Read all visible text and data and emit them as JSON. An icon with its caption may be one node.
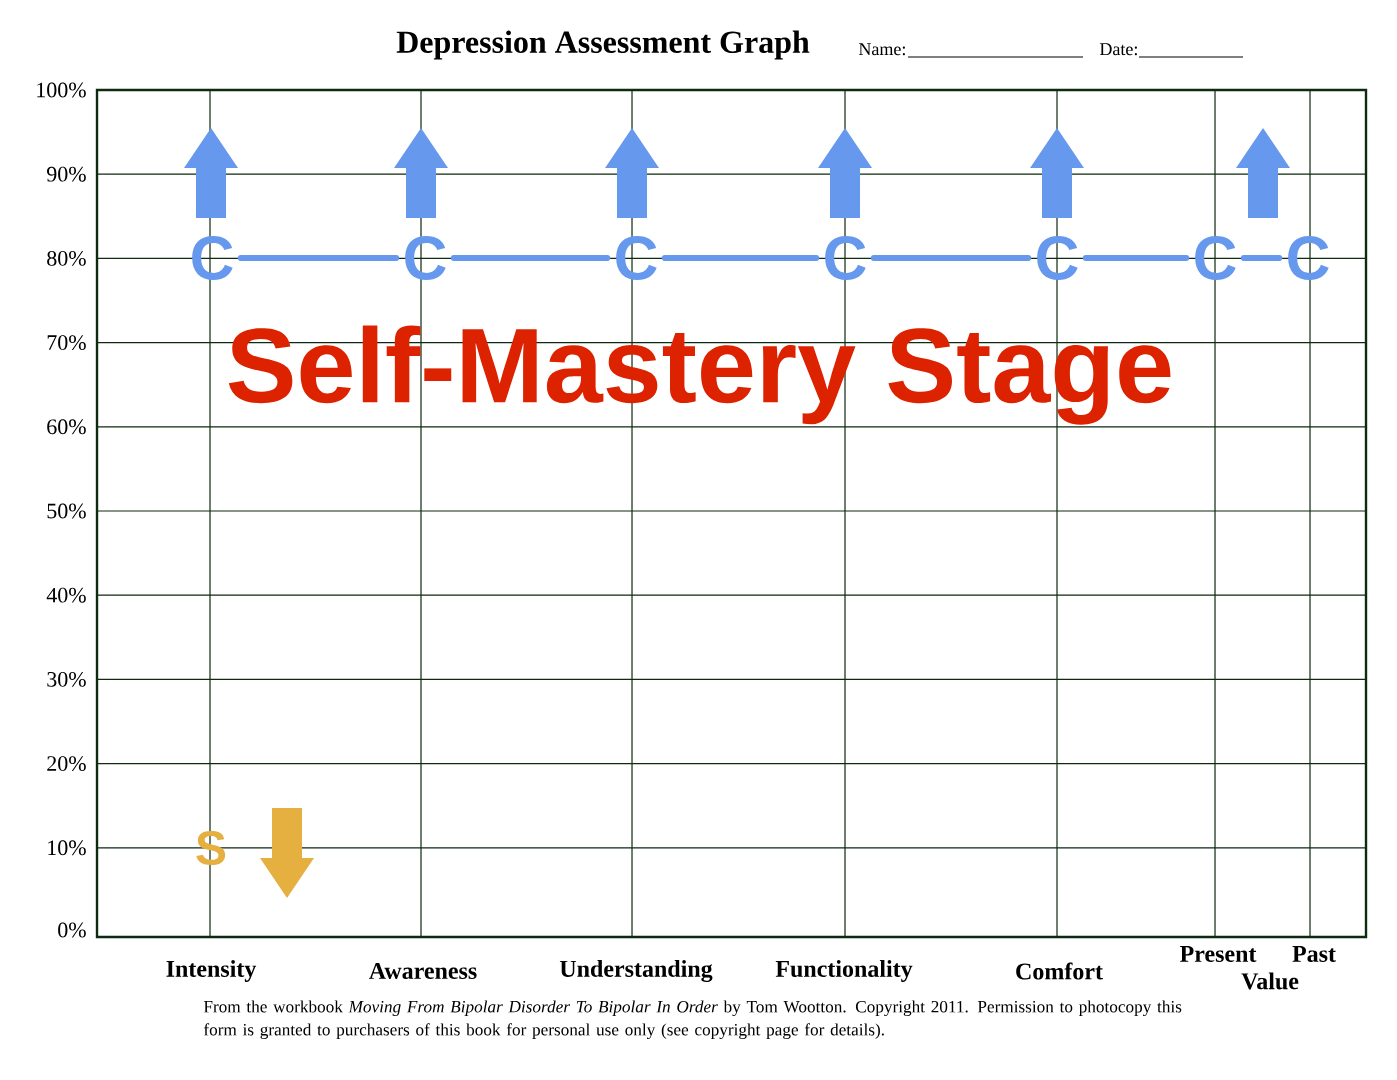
{
  "diagram": {
    "title": "Depression Assessment Graph",
    "caption": "From the workbook *Moving From Bipolar Disorder To Bipolar In Order* by Tom Wootton. Copyright 2011. Permission to photocopy this form is granted to purchasers of this book for personal use only (see copyright page for details).",
    "nodes": [
      {
        "text": [
          "C"
        ]
      },
      {
        "text": [
          "C"
        ]
      },
      {
        "text": [
          "C"
        ]
      },
      {
        "text": [
          "C"
        ]
      },
      {
        "text": [
          "C"
        ]
      },
      {
        "text": [
          "C"
        ]
      },
      {
        "text": [
          "C"
        ]
      }
    ],
    "edges": [
      {
        "from": 0,
        "to": 1,
        "arrow": "none"
      },
      {
        "from": 1,
        "to": 2,
        "arrow": "none"
      },
      {
        "from": 2,
        "to": 3,
        "arrow": "none"
      },
      {
        "from": 3,
        "to": 4,
        "arrow": "none"
      },
      {
        "from": 4,
        "to": 5,
        "arrow": "none"
      },
      {
        "from": 5,
        "to": 6,
        "arrow": "none"
      }
    ],
    "labels": [
      "Name:",
      "Date:",
      "100%",
      "90%",
      "80%",
      "70%",
      "60%",
      "50%",
      "40%",
      "30%",
      "20%",
      "10%",
      "0%",
      "Self-Mastery Stage",
      "S",
      "Intensity",
      "Awareness",
      "Understanding",
      "Functionality",
      "Comfort",
      "Present",
      "Past",
      "Value"
    ]
  }
}
